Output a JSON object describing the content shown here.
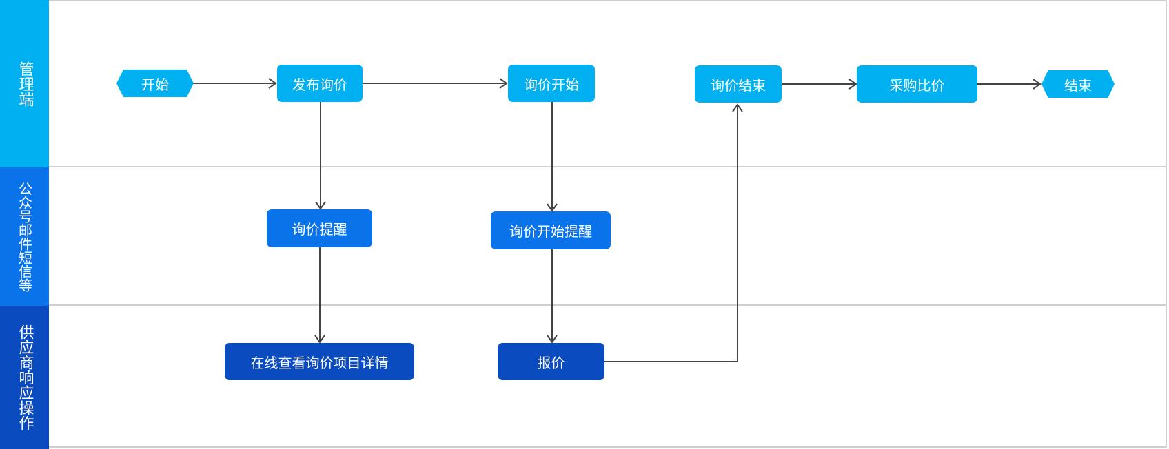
{
  "colors": {
    "lane1": "#00b0f0",
    "lane2": "#0a73ea",
    "lane3": "#0a4bbf",
    "node1": "#00b0f0",
    "node2": "#0a73ea",
    "node3": "#0a4bbf",
    "divider": "#cfcfcf",
    "edge": "#444444"
  },
  "lanes": [
    {
      "label": "管理端"
    },
    {
      "label": "公众号邮件短信等"
    },
    {
      "label": "供应商响应操作"
    }
  ],
  "nodes": {
    "start": "开始",
    "publish": "发布询价",
    "inquiry_start": "询价开始",
    "inquiry_end": "询价结束",
    "compare": "采购比价",
    "end": "结束",
    "reminder": "询价提醒",
    "start_reminder": "询价开始提醒",
    "view_details": "在线查看询价项目详情",
    "quote": "报价"
  }
}
